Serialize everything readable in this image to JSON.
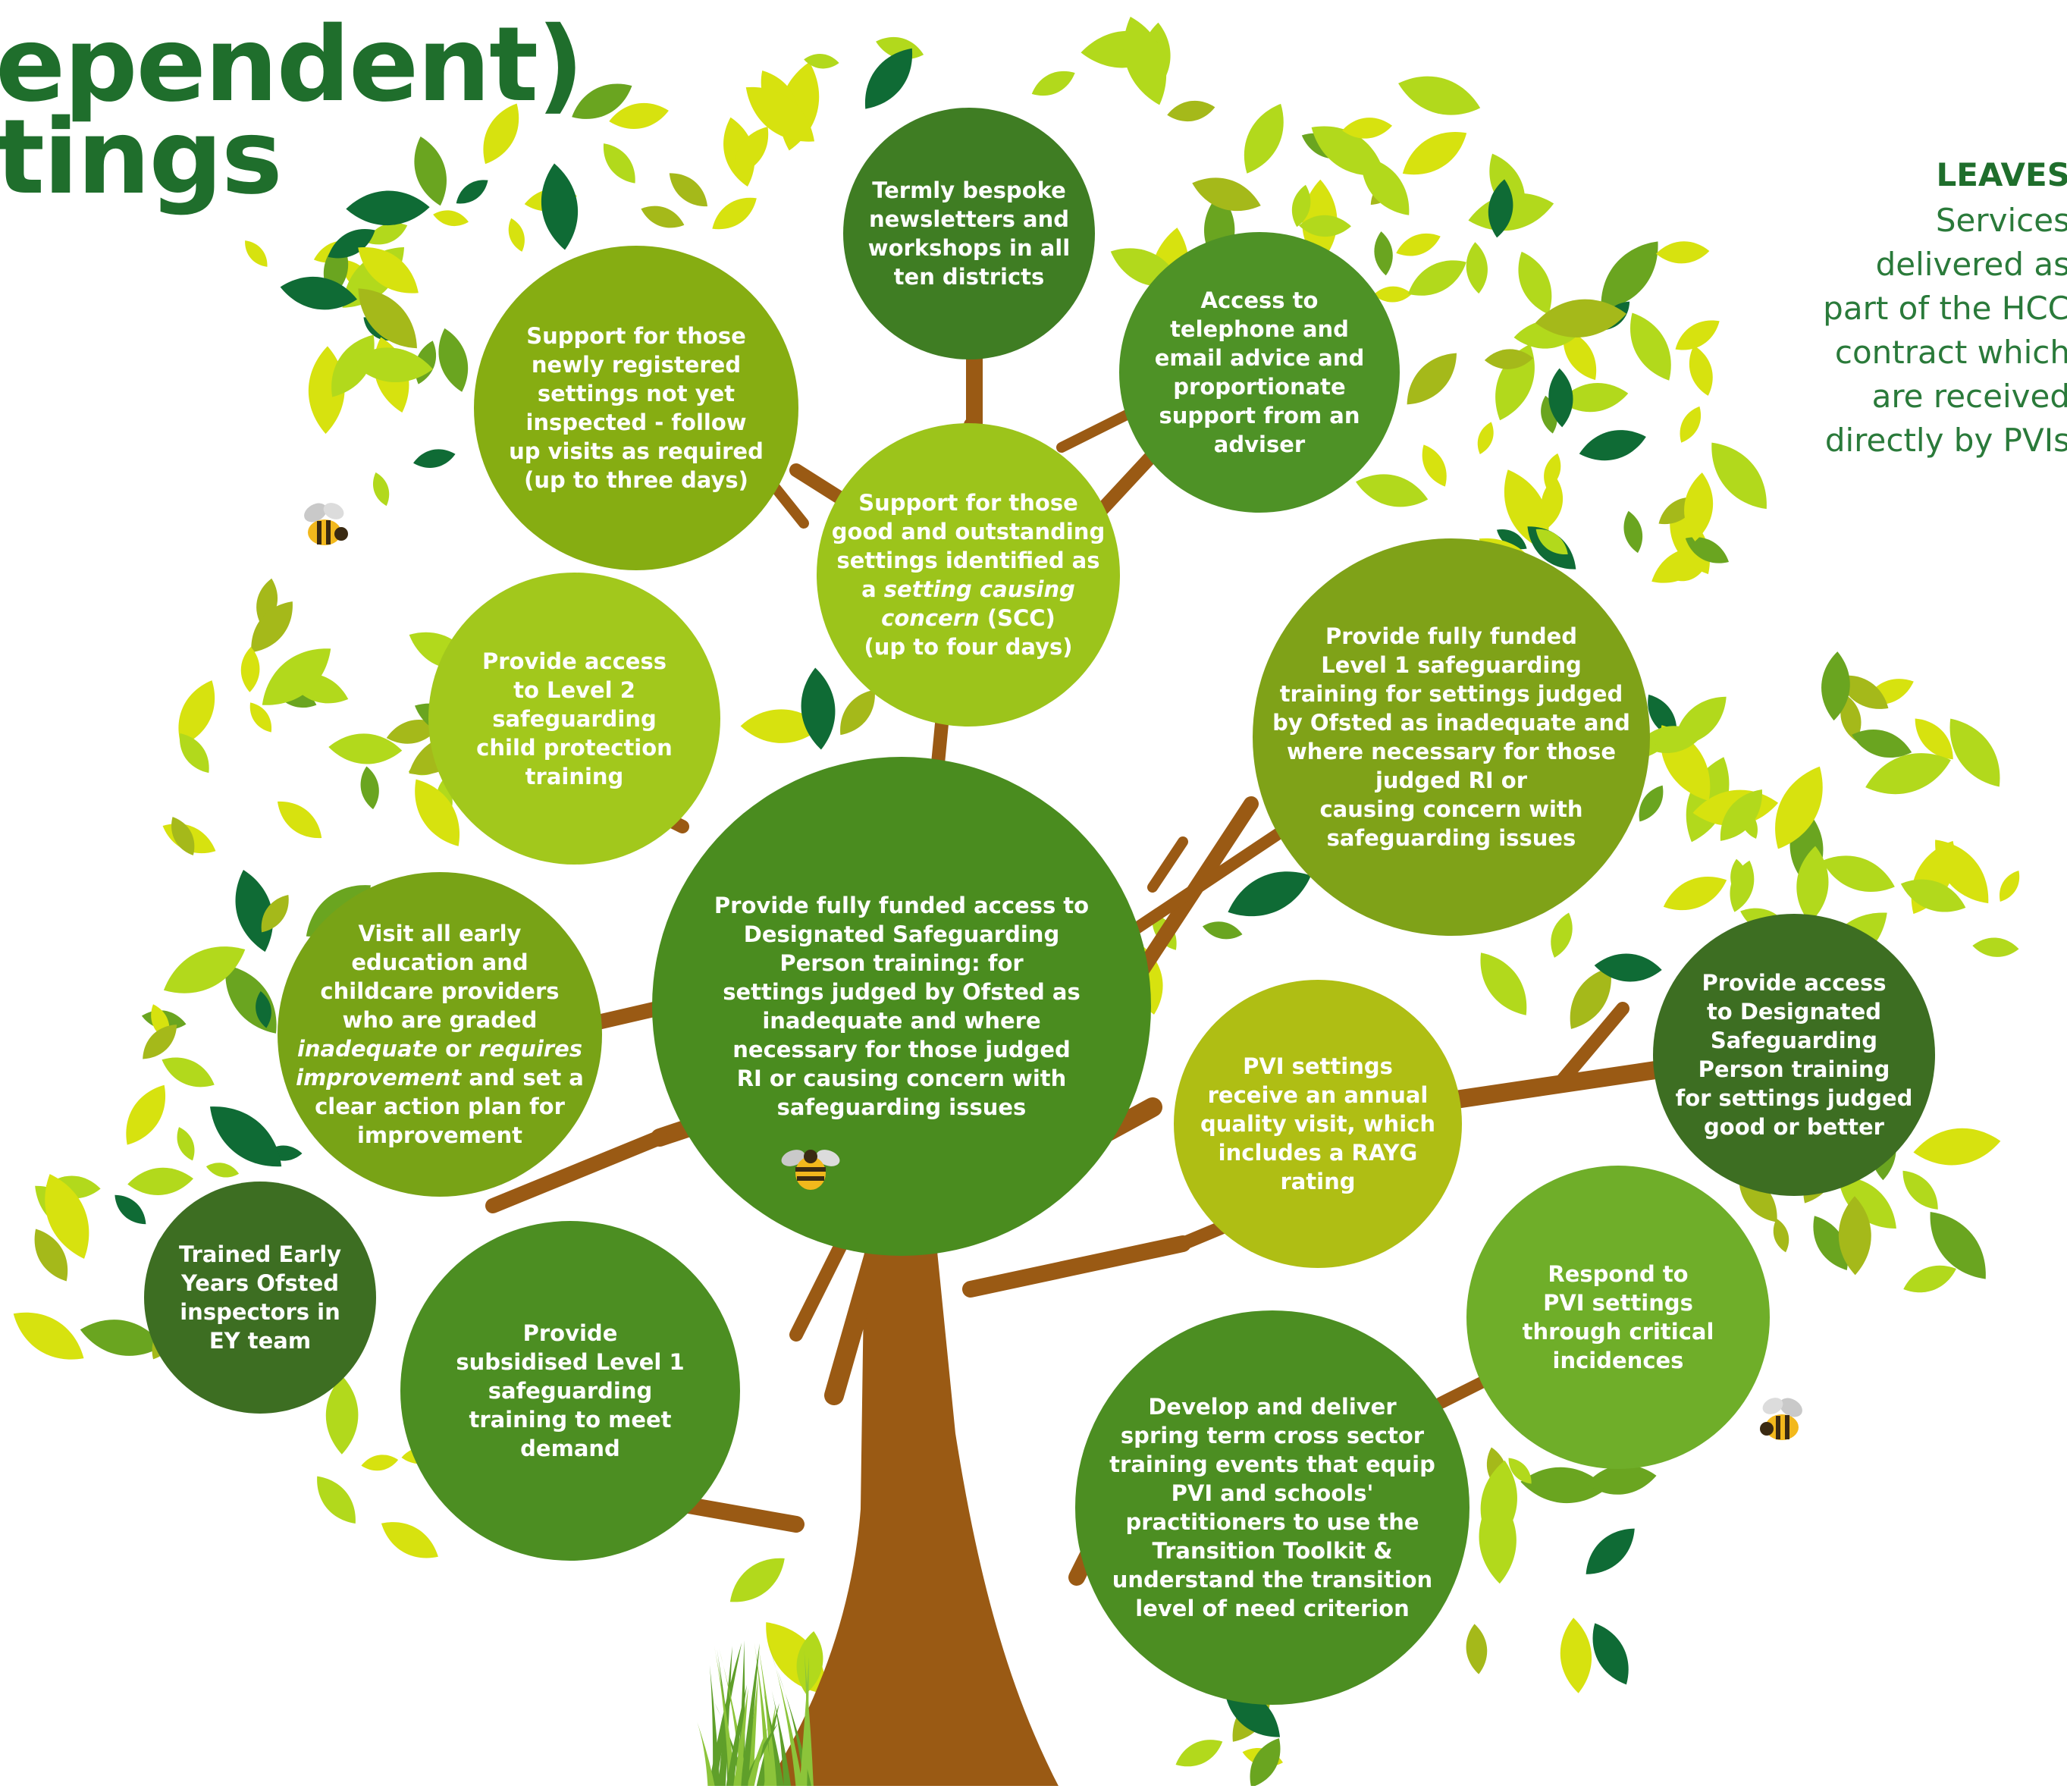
{
  "title": {
    "line1": "ependent)",
    "line2": "tings"
  },
  "legend": {
    "heading": "LEAVES",
    "body": "Services\ndelivered as\npart of the HCC\ncontract which\nare received\ndirectly by PVIs"
  },
  "circles": [
    {
      "id": "termly",
      "text": "Termly bespoke\nnewsletters and\nworkshops in all\nten districts",
      "color": "#3f7d23"
    },
    {
      "id": "newly",
      "text": "Support for those\nnewly registered\nsettings not yet\ninspected - follow\nup visits as required\n(up to three days)",
      "color": "#86ad12"
    },
    {
      "id": "access_tel",
      "text": "Access to\ntelephone and\nemail advice and\nproportionate\nsupport from an\nadviser",
      "color": "#4e9226"
    },
    {
      "id": "scc_pre",
      "text": "Support for those\ngood and outstanding\nsettings identified as\na ",
      "color": "#9cc41b"
    },
    {
      "id": "scc_italic",
      "text": "setting causing\nconcern",
      "color": "#9cc41b"
    },
    {
      "id": "scc_post",
      "text": " (SCC)\n(up to four days)",
      "color": "#9cc41b"
    },
    {
      "id": "level2",
      "text": "Provide access\nto Level 2\nsafeguarding\nchild protection\ntraining",
      "color": "#a2c81c"
    },
    {
      "id": "level1_full",
      "text": "Provide fully funded\nLevel 1 safeguarding\ntraining for settings judged\nby Ofsted as inadequate and\nwhere necessary for those\njudged RI or\ncausing concern with\nsafeguarding issues",
      "color": "#7fa218"
    },
    {
      "id": "visit_1",
      "text": "Visit all early\neducation and\nchildcare providers\nwho are graded",
      "color": "#78a316"
    },
    {
      "id": "visit_2",
      "text": "inadequate",
      "color": "#78a316"
    },
    {
      "id": "visit_3",
      "text": " or ",
      "color": "#78a316"
    },
    {
      "id": "visit_4",
      "text": "requires",
      "color": "#78a316"
    },
    {
      "id": "visit_5",
      "text": "improvement",
      "color": "#78a316"
    },
    {
      "id": "visit_6",
      "text": " and set a\nclear action plan for\nimprovement",
      "color": "#78a316"
    },
    {
      "id": "dsp_full",
      "text": "Provide fully funded access to\nDesignated Safeguarding\nPerson training: for\nsettings judged by Ofsted as\ninadequate and where\nnecessary for those judged\nRI or causing concern with\nsafeguarding issues",
      "color": "#4a8c1f"
    },
    {
      "id": "pvi_annual",
      "text": "PVI settings\nreceive an annual\nquality visit, which\nincludes a RAYG\nrating",
      "color": "#afbe14"
    },
    {
      "id": "dsp_good",
      "text": "Provide access\nto Designated\nSafeguarding\nPerson training\nfor settings judged\ngood or better",
      "color": "#3d6e22"
    },
    {
      "id": "ofsted",
      "text": "Trained Early\nYears Ofsted\ninspectors in\nEY team",
      "color": "#3d6e22"
    },
    {
      "id": "subsidised",
      "text": "Provide\nsubsidised Level 1\nsafeguarding\ntraining to meet\ndemand",
      "color": "#4c8e22"
    },
    {
      "id": "respond",
      "text": "Respond to\nPVI settings\nthrough critical\nincidences",
      "color": "#6fae29"
    },
    {
      "id": "develop",
      "text": "Develop and deliver\nspring term cross sector\ntraining events that equip\nPVI and schools'\npractitioners to use the\nTransition Toolkit &\nunderstand the transition\nlevel of need criterion",
      "color": "#4c8e22"
    }
  ],
  "colors": {
    "trunk": "#9a5a14",
    "leaf_light": "#d7e20f",
    "leaf_lime": "#b2d91c",
    "leaf_olive": "#a5b91a",
    "leaf_dark": "#0f6b35",
    "leaf_mid": "#6aa520",
    "grass": "#8cc43a"
  },
  "icons": [
    "bee-icon"
  ]
}
